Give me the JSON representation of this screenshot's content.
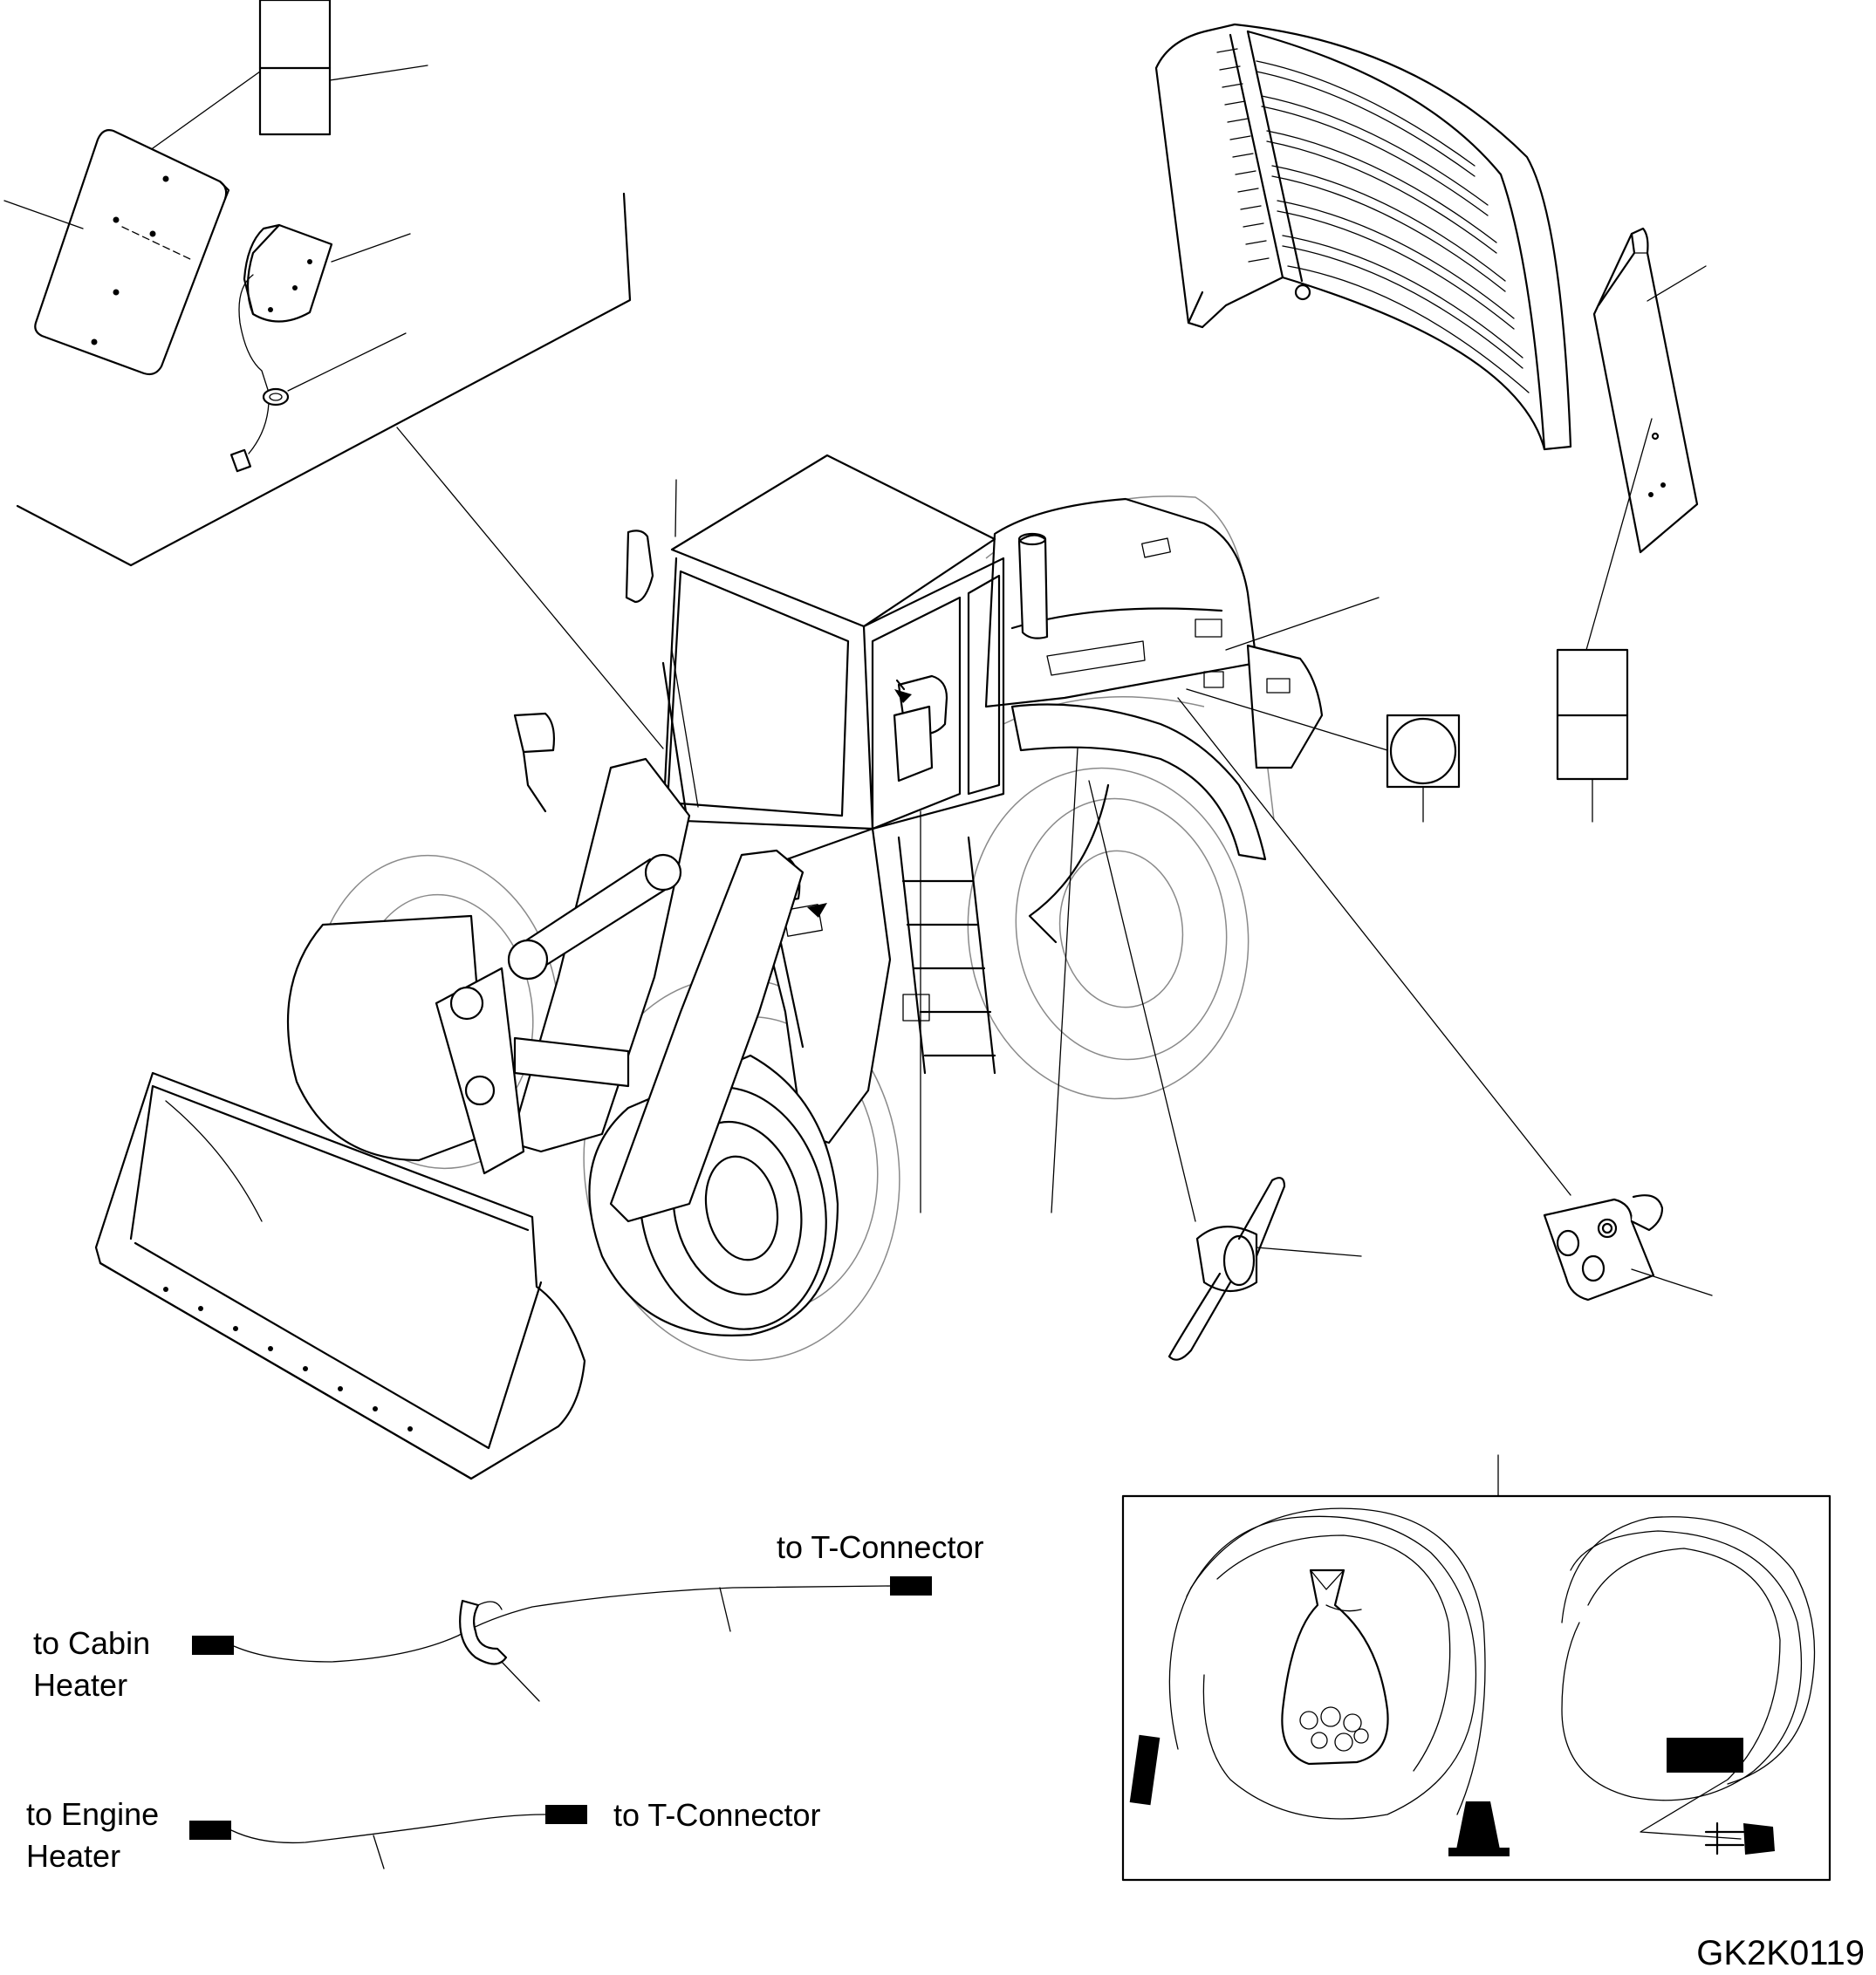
{
  "labels": {
    "cabin_heater_line1": "to Cabin",
    "cabin_heater_line2": "Heater",
    "t_connector_upper": "to T-Connector",
    "engine_heater_line1": "to Engine",
    "engine_heater_line2": "Heater",
    "t_connector_lower": "to T-Connector"
  },
  "drawing_id": "GK2K0119"
}
